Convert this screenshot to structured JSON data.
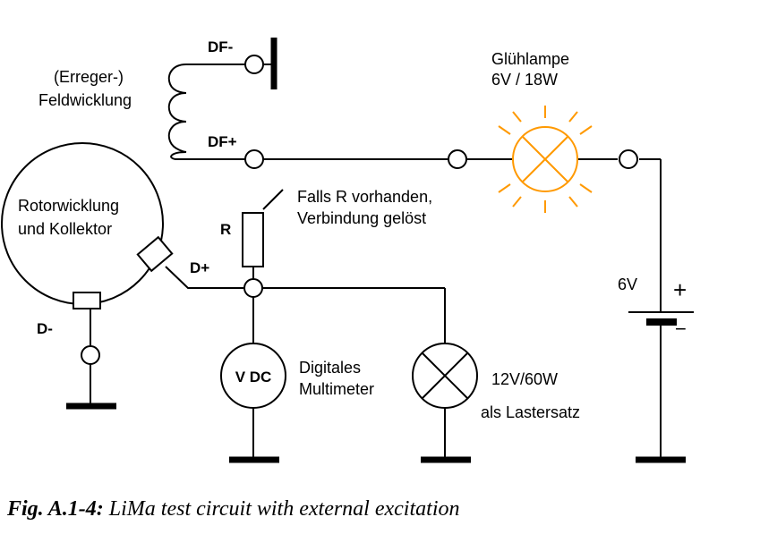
{
  "diagram": {
    "labels": {
      "df_minus": "DF-",
      "exciter_line1": "(Erreger-)",
      "exciter_line2": "Feldwicklung",
      "df_plus": "DF+",
      "lamp_line1": "Glühlampe",
      "lamp_line2": "6V / 18W",
      "rotor_line1": "Rotorwicklung",
      "rotor_line2": "und Kollektor",
      "resistor_note_line1": "Falls R vorhanden,",
      "resistor_note_line2": "Verbindung gelöst",
      "resistor": "R",
      "d_plus": "D+",
      "d_minus": "D-",
      "meter": "V DC",
      "meter_line1": "Digitales",
      "meter_line2": "Multimeter",
      "load_line1": "12V/60W",
      "load_line2": "als Lastersatz",
      "battery_voltage": "6V",
      "battery_plus": "+",
      "battery_minus": "−"
    },
    "colors": {
      "lamp_glow": "#ff9900",
      "line": "#000000"
    }
  },
  "caption": {
    "label": "Fig. A.1-4:",
    "text": " LiMa test circuit with external excitation"
  }
}
